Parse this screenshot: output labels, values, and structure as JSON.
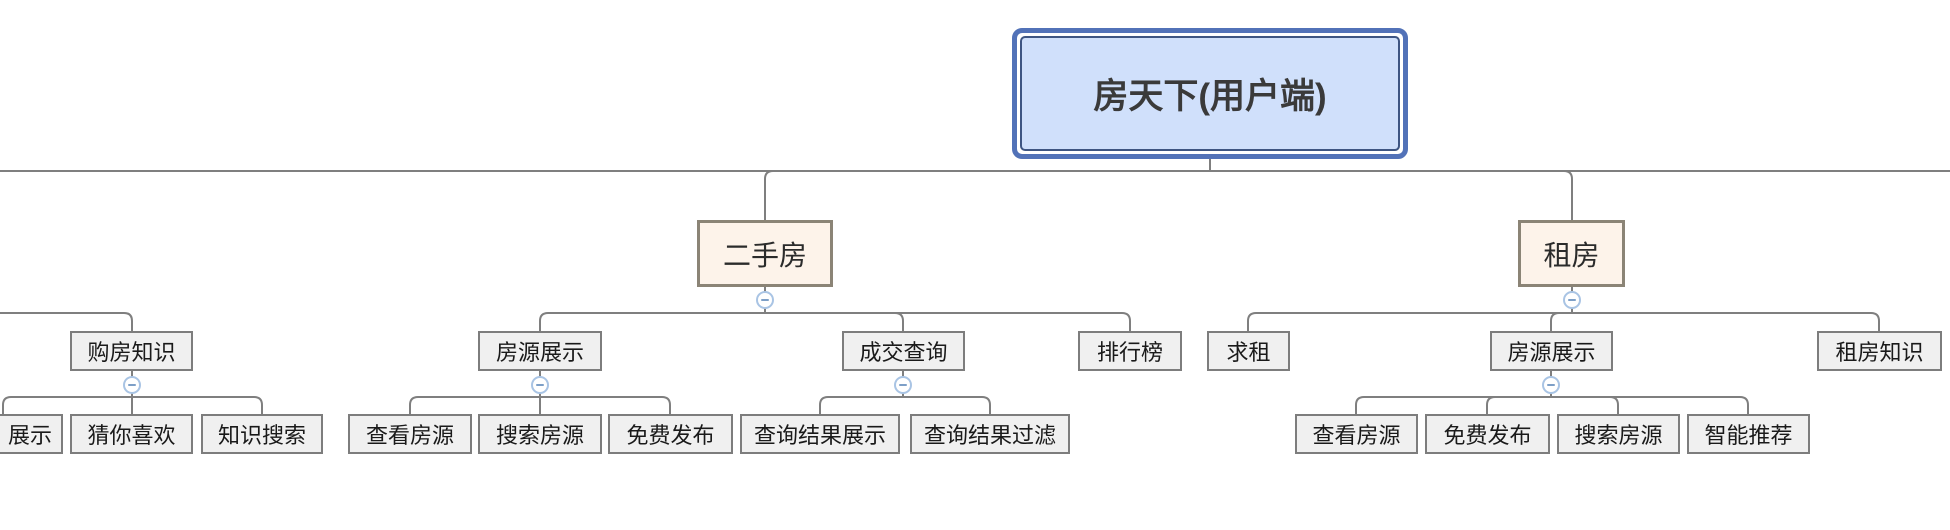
{
  "app": {
    "view": "mindmap-canvas",
    "layout": "org-chart-top-down"
  },
  "colors": {
    "background": "#ffffff",
    "connector_line": "#7f7f7f",
    "root_fill": "#d0e0fb",
    "root_outer_border": "#5272b8",
    "root_inner_border": "#3e5582",
    "root_text": "#3a3a3a",
    "branch_fill": "#fdf3ea",
    "branch_border": "#8b8476",
    "leaf_fill": "#f0f0f0",
    "leaf_border": "#7d7d7d",
    "text": "#1a1a1a",
    "collapse_ring": "#a9c4e4",
    "collapse_minus": "#7d9fc7"
  },
  "icons": {
    "collapse": "minus-circle-icon"
  },
  "tree": {
    "root": {
      "label": "房天下(用户端)"
    },
    "offscreen_left_branch": {
      "note_parent_clipped_offscreen_left": true,
      "children": [
        {
          "label": "购房知识",
          "children": [
            {
              "label": "展示",
              "clipped_left": true
            },
            {
              "label": "猜你喜欢"
            },
            {
              "label": "知识搜索"
            }
          ]
        }
      ]
    },
    "branches": [
      {
        "label": "二手房",
        "children": [
          {
            "label": "房源展示",
            "children": [
              {
                "label": "查看房源"
              },
              {
                "label": "搜索房源"
              },
              {
                "label": "免费发布"
              }
            ]
          },
          {
            "label": "成交查询",
            "children": [
              {
                "label": "查询结果展示"
              },
              {
                "label": "查询结果过滤"
              }
            ]
          },
          {
            "label": "排行榜",
            "children": []
          }
        ]
      },
      {
        "label": "租房",
        "children": [
          {
            "label": "求租",
            "children": []
          },
          {
            "label": "房源展示",
            "children": [
              {
                "label": "查看房源"
              },
              {
                "label": "免费发布"
              },
              {
                "label": "搜索房源"
              },
              {
                "label": "智能推荐"
              }
            ]
          },
          {
            "label": "租房知识",
            "children": []
          }
        ]
      }
    ]
  }
}
